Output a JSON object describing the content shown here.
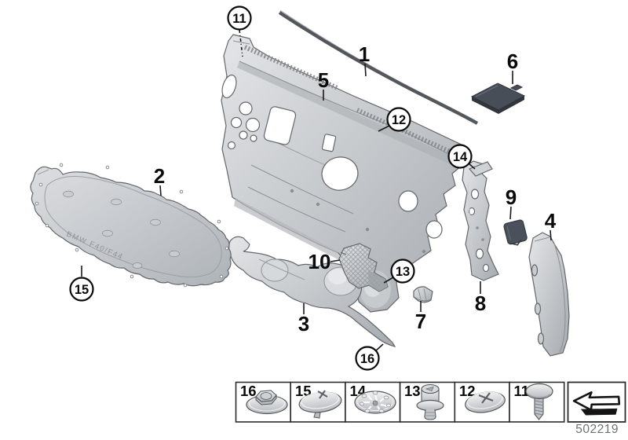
{
  "diagram_code": "502219",
  "pad_marking": "BMW F40/F44",
  "callouts": [
    {
      "label": "1",
      "type": "plain"
    },
    {
      "label": "2",
      "type": "plain"
    },
    {
      "label": "3",
      "type": "plain"
    },
    {
      "label": "4",
      "type": "plain"
    },
    {
      "label": "5",
      "type": "plain"
    },
    {
      "label": "6",
      "type": "plain"
    },
    {
      "label": "7",
      "type": "plain"
    },
    {
      "label": "8",
      "type": "plain"
    },
    {
      "label": "9",
      "type": "plain"
    },
    {
      "label": "10",
      "type": "plain"
    },
    {
      "label": "11",
      "type": "circled"
    },
    {
      "label": "12",
      "type": "circled"
    },
    {
      "label": "13",
      "type": "circled"
    },
    {
      "label": "14",
      "type": "circled"
    },
    {
      "label": "15",
      "type": "circled"
    },
    {
      "label": "16",
      "type": "circled"
    }
  ],
  "legend": {
    "cells": [
      {
        "label": "16",
        "icon": "flange-nut-icon"
      },
      {
        "label": "15",
        "icon": "washer-head-screw-icon"
      },
      {
        "label": "14",
        "icon": "star-lock-washer-icon"
      },
      {
        "label": "13",
        "icon": "expanding-rivet-icon"
      },
      {
        "label": "12",
        "icon": "washer-head-screw-angled-icon"
      },
      {
        "label": "11",
        "icon": "pan-head-screw-icon"
      }
    ],
    "nav_icon": "back-arrow-icon"
  },
  "colors": {
    "background": "#ffffff",
    "part_outline": "#63676b",
    "part_fill_light": "#e3e5e7",
    "part_fill_dark": "#a6abb0",
    "dark_pad": "#484e57",
    "label": "#0a0a0a",
    "code_text": "#6e7276",
    "legend_border": "#2b2b2b"
  }
}
